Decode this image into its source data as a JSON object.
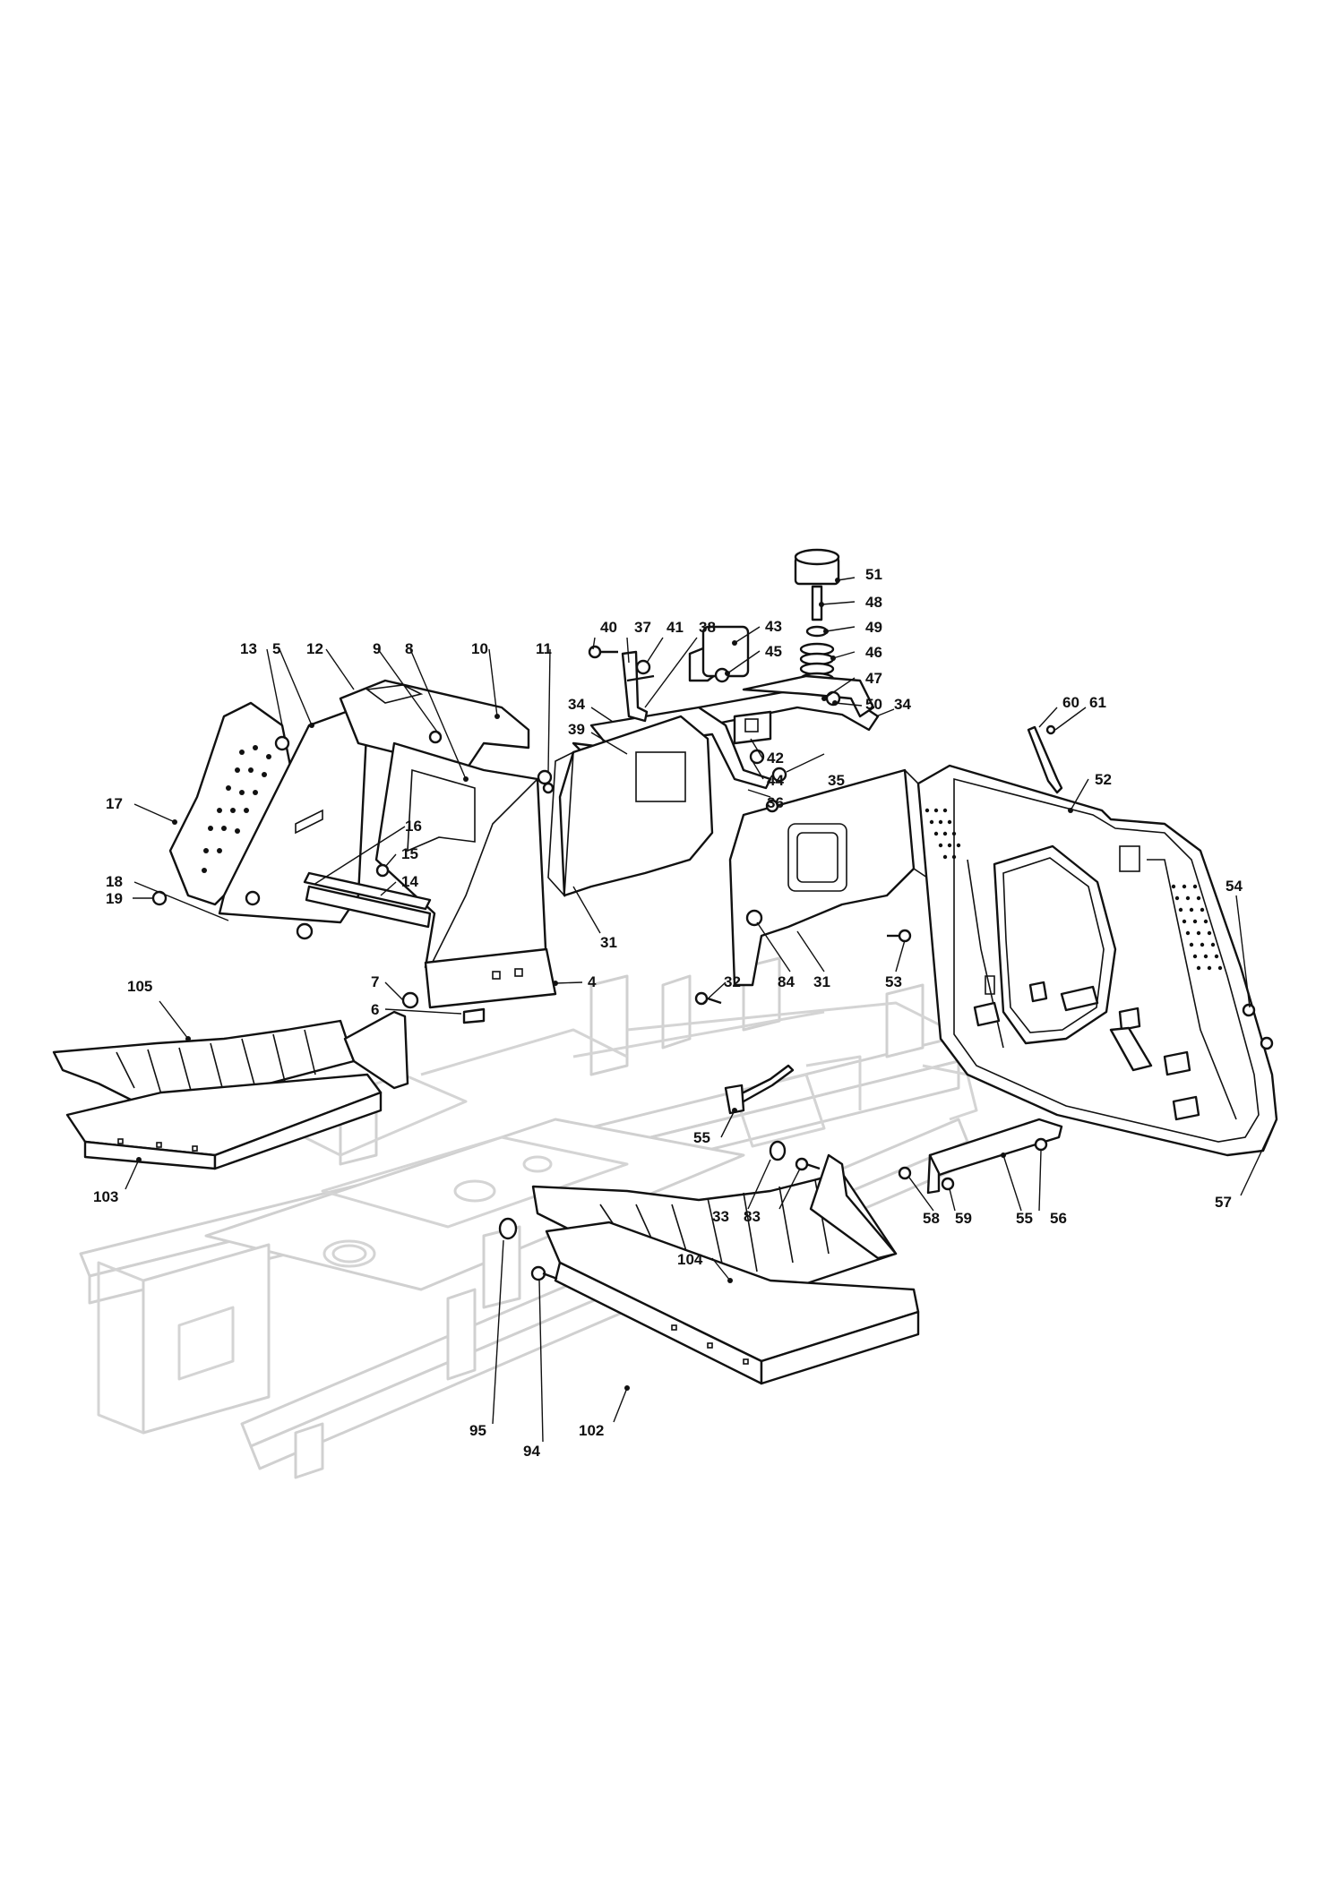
{
  "colors": {
    "ink": "#111111",
    "frame": "#d4d4d4",
    "background": "#ffffff"
  },
  "callouts": [
    {
      "id": "c51",
      "label": "51"
    },
    {
      "id": "c48",
      "label": "48"
    },
    {
      "id": "c49",
      "label": "49"
    },
    {
      "id": "c46",
      "label": "46"
    },
    {
      "id": "c47",
      "label": "47"
    },
    {
      "id": "c50",
      "label": "50"
    },
    {
      "id": "c34a",
      "label": "34"
    },
    {
      "id": "c43",
      "label": "43"
    },
    {
      "id": "c45",
      "label": "45"
    },
    {
      "id": "c40",
      "label": "40"
    },
    {
      "id": "c37",
      "label": "37"
    },
    {
      "id": "c41",
      "label": "41"
    },
    {
      "id": "c38",
      "label": "38"
    },
    {
      "id": "c34b",
      "label": "34"
    },
    {
      "id": "c39",
      "label": "39"
    },
    {
      "id": "c42",
      "label": "42"
    },
    {
      "id": "c44",
      "label": "44"
    },
    {
      "id": "c36",
      "label": "36"
    },
    {
      "id": "c35",
      "label": "35"
    },
    {
      "id": "c60",
      "label": "60"
    },
    {
      "id": "c61",
      "label": "61"
    },
    {
      "id": "c52",
      "label": "52"
    },
    {
      "id": "c54",
      "label": "54"
    },
    {
      "id": "c13",
      "label": "13"
    },
    {
      "id": "c5",
      "label": "5"
    },
    {
      "id": "c12",
      "label": "12"
    },
    {
      "id": "c9",
      "label": "9"
    },
    {
      "id": "c8",
      "label": "8"
    },
    {
      "id": "c10",
      "label": "10"
    },
    {
      "id": "c11",
      "label": "11"
    },
    {
      "id": "c17",
      "label": "17"
    },
    {
      "id": "c19",
      "label": "19"
    },
    {
      "id": "c18",
      "label": "18"
    },
    {
      "id": "c16",
      "label": "16"
    },
    {
      "id": "c15",
      "label": "15"
    },
    {
      "id": "c14",
      "label": "14"
    },
    {
      "id": "c7",
      "label": "7"
    },
    {
      "id": "c6",
      "label": "6"
    },
    {
      "id": "c4",
      "label": "4"
    },
    {
      "id": "c31a",
      "label": "31"
    },
    {
      "id": "c32",
      "label": "32"
    },
    {
      "id": "c84",
      "label": "84"
    },
    {
      "id": "c31b",
      "label": "31"
    },
    {
      "id": "c53",
      "label": "53"
    },
    {
      "id": "c105",
      "label": "105"
    },
    {
      "id": "c103",
      "label": "103"
    },
    {
      "id": "c55a",
      "label": "55"
    },
    {
      "id": "c33",
      "label": "33"
    },
    {
      "id": "c83",
      "label": "83"
    },
    {
      "id": "c58",
      "label": "58"
    },
    {
      "id": "c59",
      "label": "59"
    },
    {
      "id": "c55b",
      "label": "55"
    },
    {
      "id": "c56",
      "label": "56"
    },
    {
      "id": "c57",
      "label": "57"
    },
    {
      "id": "c104",
      "label": "104"
    },
    {
      "id": "c95",
      "label": "95"
    },
    {
      "id": "c94",
      "label": "94"
    },
    {
      "id": "c102",
      "label": "102"
    }
  ]
}
